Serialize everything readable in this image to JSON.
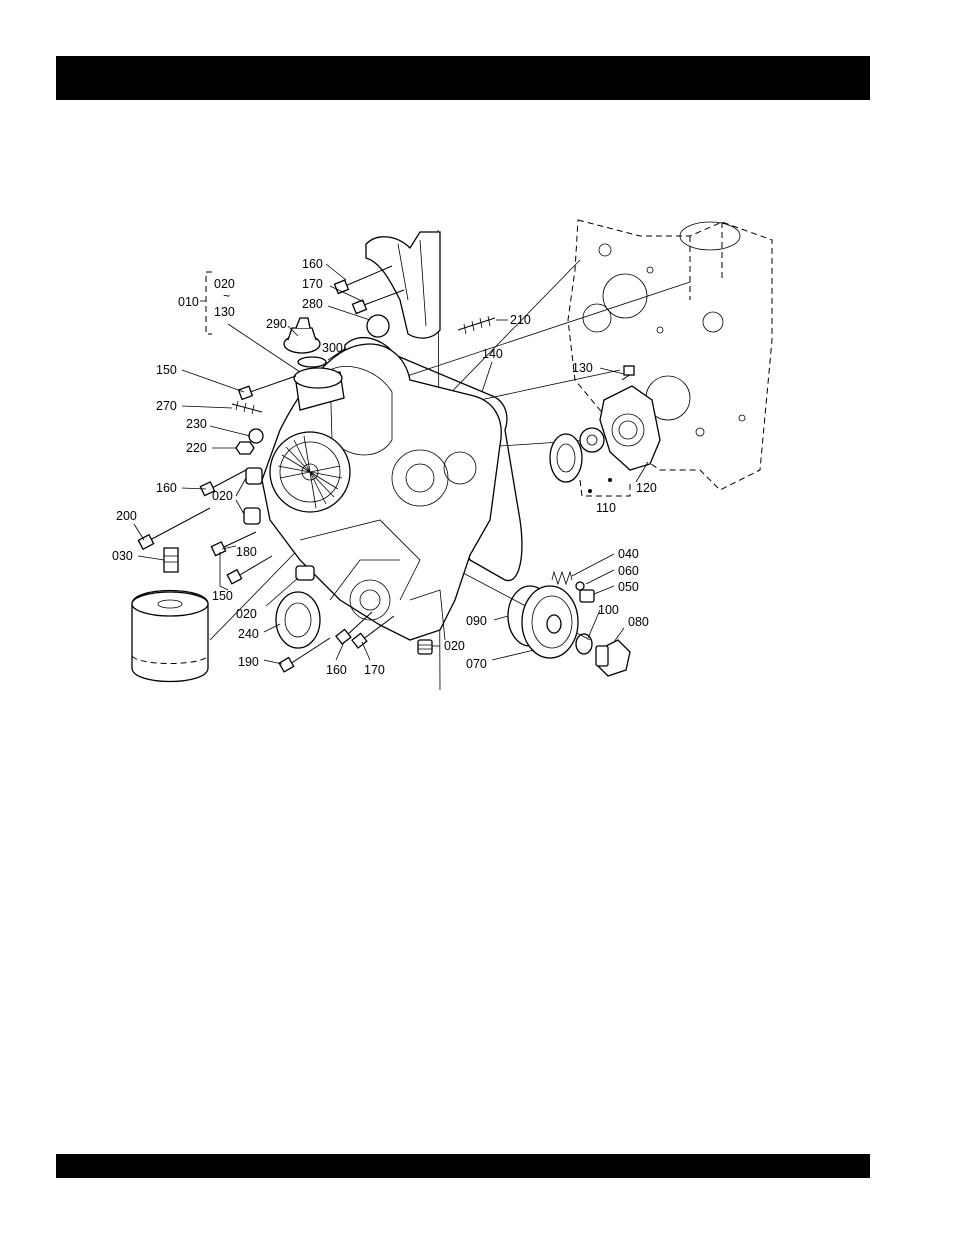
{
  "header": {
    "title": ""
  },
  "footer": {
    "text": ""
  },
  "diagram": {
    "callouts": {
      "c010": "010",
      "c020_range_a": "020",
      "range_sep": "~",
      "c130_range_b": "130",
      "c160_top": "160",
      "c170_top": "170",
      "c280": "280",
      "c290": "290",
      "c300": "300",
      "c210": "210",
      "c140": "140",
      "c130": "130",
      "c150_top": "150",
      "c270": "270",
      "c230": "230",
      "c220": "220",
      "c160_mid": "160",
      "c020_mid": "020",
      "c200": "200",
      "c030": "030",
      "c180": "180",
      "c150_low": "150",
      "c020_low": "020",
      "c240": "240",
      "c190": "190",
      "c160_bot": "160",
      "c170_bot": "170",
      "c020_bot": "020",
      "c110": "110",
      "c120": "120",
      "c040": "040",
      "c060": "060",
      "c050": "050",
      "c100": "100",
      "c090": "090",
      "c080": "080",
      "c070": "070"
    }
  }
}
